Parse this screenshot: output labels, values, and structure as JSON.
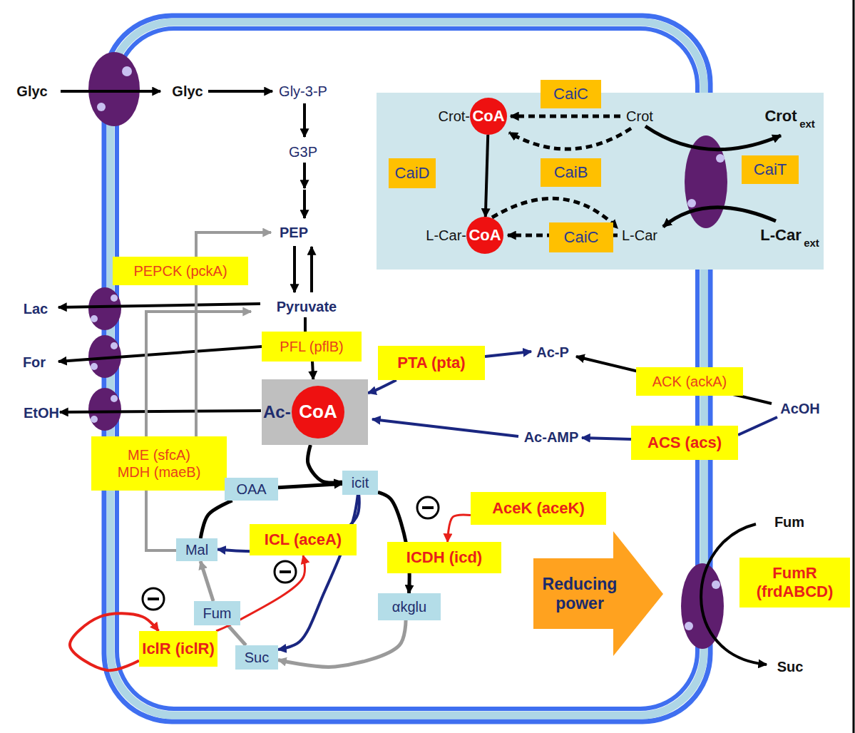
{
  "diagram": {
    "nodes": [
      {
        "text": [
          "CaiC"
        ]
      },
      {
        "text": [
          "Crot-",
          "CoA"
        ]
      },
      {
        "text": [
          "CaiB"
        ]
      },
      {
        "text": [
          "CaiT"
        ]
      },
      {
        "text": [
          "CaiD"
        ]
      },
      {
        "text": [
          "L-Car-",
          "CoA"
        ]
      },
      {
        "text": [
          "CaiC"
        ]
      },
      {
        "text": [
          "PEPCK (pckA)"
        ]
      },
      {
        "text": [
          "PFL (pflB)"
        ]
      },
      {
        "text": [
          "PTA (pta)"
        ]
      },
      {
        "text": [
          "ACK (ackA)"
        ]
      },
      {
        "text": [
          "Ac-"
        ]
      },
      {
        "text": [
          "CoA"
        ],
        "in": 11
      },
      {
        "text": [
          "ACS (acs)"
        ]
      },
      {
        "text": [
          "ME (sfcA)",
          "MDH (maeB)"
        ]
      },
      {
        "text": [
          "OAA"
        ]
      },
      {
        "text": [
          "icit"
        ]
      },
      {
        "text": [
          "AceK (aceK)"
        ]
      },
      {
        "text": [
          "ICL (aceA)"
        ]
      },
      {
        "text": [
          "ICDH (icd)"
        ]
      },
      {
        "text": [
          "Mal"
        ]
      },
      {
        "text": [
          "Reducing power"
        ]
      },
      {
        "text": [
          "FumR (frdABCD)"
        ]
      },
      {
        "text": [
          "Fum"
        ]
      },
      {
        "text": [
          "αkglu"
        ]
      },
      {
        "text": [
          "IclR (iclR)"
        ]
      },
      {
        "text": [
          "Suc"
        ]
      }
    ],
    "edges": [
      {
        "from": 1,
        "to": 5,
        "arrow": "to"
      },
      {
        "from": 8,
        "to": 11,
        "arrow": "to"
      },
      {
        "from": 9,
        "to": 11,
        "arrow": "to"
      },
      {
        "from": 11,
        "to": 16,
        "arrow": "to"
      },
      {
        "from": 15,
        "to": 16,
        "arrow": "to"
      },
      {
        "from": 16,
        "to": 24,
        "arrow": "to"
      },
      {
        "from": 24,
        "to": 26,
        "arrow": "to"
      },
      {
        "from": 26,
        "to": 23,
        "arrow": "none"
      },
      {
        "from": 23,
        "to": 20,
        "arrow": "to"
      },
      {
        "from": 20,
        "to": 15,
        "arrow": "none"
      },
      {
        "from": 16,
        "to": 20,
        "arrow": "to"
      },
      {
        "from": 16,
        "to": 26,
        "arrow": "to"
      },
      {
        "from": 17,
        "to": 19,
        "arrow": "to"
      },
      {
        "from": 25,
        "to": 25,
        "arrow": "to"
      },
      {
        "from": 25,
        "to": 18,
        "arrow": "to"
      }
    ],
    "labels": [
      "Glyc",
      "Glyc",
      "Gly-3-P",
      "G3P",
      "PEP",
      "Pyruvate",
      "Lac",
      "For",
      "EtOH",
      "Ac-P",
      "AcOH",
      "Ac-AMP",
      "Crot",
      "Crot",
      "ext",
      "L-Car",
      "L-Car",
      "ext",
      "Fum",
      "Suc"
    ]
  }
}
